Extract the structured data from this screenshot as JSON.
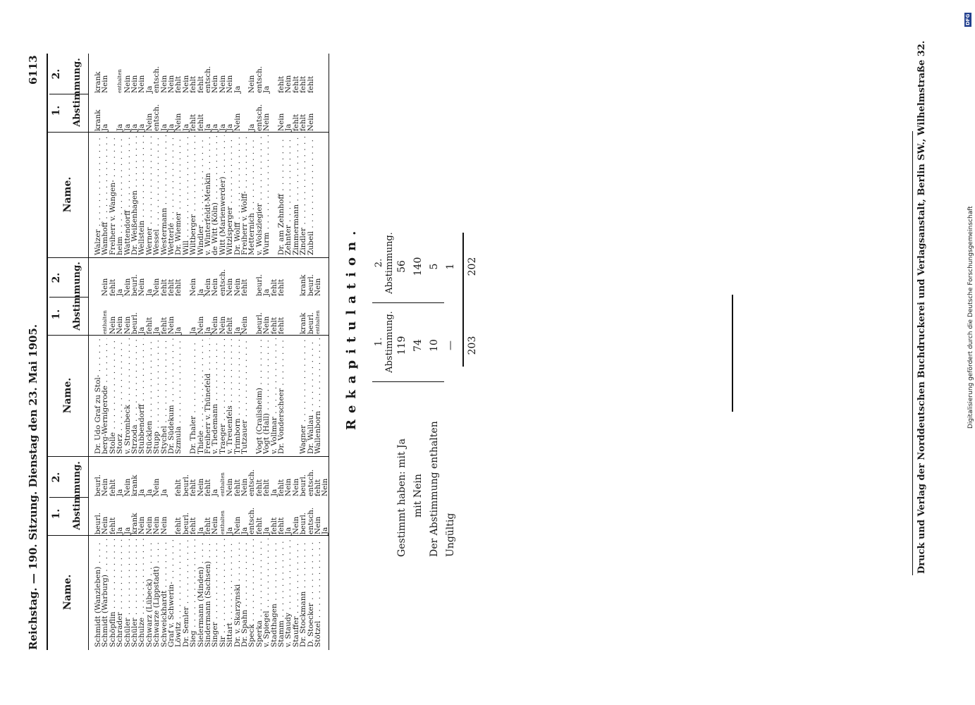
{
  "header": {
    "left": "Reichstag. — 190. Sitzung. Dienstag den 23. Mai 1905.",
    "page_number": "6113"
  },
  "column_headers": {
    "name": "Name.",
    "col1": "1.",
    "col2": "2.",
    "abstimmung": "Abstimmung."
  },
  "table": {
    "col1": [
      {
        "name": "Schmidt (Wanzleben)",
        "v1": "beurl.",
        "v2": "beurl."
      },
      {
        "name": "Schmidt (Warburg)",
        "v1": "Nein",
        "v2": "Nein"
      },
      {
        "name": "Schöpflin",
        "v1": "fehlt",
        "v2": "fehlt"
      },
      {
        "name": "Schrader",
        "v1": "Ja",
        "v2": "Ja"
      },
      {
        "name": "Schüler",
        "v1": "Ja",
        "v2": "Nein"
      },
      {
        "name": "Schüler",
        "v1": "krank",
        "v2": "krank"
      },
      {
        "name": "Schulze",
        "v1": "Nein",
        "v2": "Ja"
      },
      {
        "name": "Schwarz (Lübeck)",
        "v1": "Nein",
        "v2": "Ja"
      },
      {
        "name": "Schwarze (Lippstadt)",
        "v1": "Nein",
        "v2": "Nein"
      },
      {
        "name": "Schweickhardt",
        "v1": "Nein",
        "v2": "Ja"
      },
      {
        "name": "Graf v. Schwerin-",
        "v1": "",
        "v2": ""
      },
      {
        "name": "   Löwitz",
        "v1": "fehlt",
        "v2": "fehlt"
      },
      {
        "name": "Dr. Semler",
        "v1": "beurl.",
        "v2": "beurl."
      },
      {
        "name": "Sieg",
        "v1": "fehlt",
        "v2": "fehlt"
      },
      {
        "name": "Sielermann (Minden)",
        "v1": "Ja",
        "v2": "Nein"
      },
      {
        "name": "Sindermann (Sachsen)",
        "v1": "fehlt",
        "v2": "fehlt"
      },
      {
        "name": "Singer",
        "v1": "Nein",
        "v2": "Ja"
      },
      {
        "name": "Sir",
        "v1": "enthalten",
        "v2": "enthalten"
      },
      {
        "name": "Sittart",
        "v1": "Ja",
        "v2": "Nein"
      },
      {
        "name": "Dr. v. Skarzynski",
        "v1": "Nein",
        "v2": "fehlt"
      },
      {
        "name": "Dr. Spahn",
        "v1": "Ja",
        "v2": "Nein"
      },
      {
        "name": "Speck",
        "v1": "entsch.",
        "v2": "entsch."
      },
      {
        "name": "Sperka",
        "v1": "fehlt",
        "v2": "fehlt"
      },
      {
        "name": "v. Spiegel",
        "v1": "Ja",
        "v2": "fehlt"
      },
      {
        "name": "Stadthagen",
        "v1": "fehlt",
        "v2": "Ja"
      },
      {
        "name": "Stamm",
        "v1": "fehlt",
        "v2": "fehlt"
      },
      {
        "name": "v. Staudy",
        "v1": "Ja",
        "v2": "Nein"
      },
      {
        "name": "Stauffer",
        "v1": "Nein",
        "v2": "Nein"
      },
      {
        "name": "Dr. Stockmann",
        "v1": "beurl.",
        "v2": "beurl."
      },
      {
        "name": "D. Stoecker",
        "v1": "entsch.",
        "v2": "entsch."
      },
      {
        "name": "Stötzel",
        "v1": "Nein",
        "v2": "fehlt"
      },
      {
        "name": "",
        "v1": "Ja",
        "v2": "Nein"
      }
    ],
    "col2": [
      {
        "name": "Dr. Udo Graf zu Stol-",
        "v1": "",
        "v2": ""
      },
      {
        "name": "   berg-Wernigerode",
        "v1": "enthalten",
        "v2": "Nein"
      },
      {
        "name": "Stolle",
        "v1": "Nein",
        "v2": "fehlt"
      },
      {
        "name": "Storz",
        "v1": "Nein",
        "v2": "Ja"
      },
      {
        "name": "v. Strombeck",
        "v1": "Nein",
        "v2": "Nein"
      },
      {
        "name": "Strzoda",
        "v1": "beurl.",
        "v2": "beurl."
      },
      {
        "name": "Stubbendorff",
        "v1": "Ja",
        "v2": "Nein"
      },
      {
        "name": "Stücklen",
        "v1": "fehlt",
        "v2": "Ja"
      },
      {
        "name": "Stupp",
        "v1": "Ja",
        "v2": "Nein"
      },
      {
        "name": "Stychel",
        "v1": "fehlt",
        "v2": "fehlt"
      },
      {
        "name": "Dr. Südekum",
        "v1": "Nein",
        "v2": "fehlt"
      },
      {
        "name": "Szmula",
        "v1": "Ja",
        "v2": "fehlt"
      },
      {
        "name": "",
        "v1": "",
        "v2": ""
      },
      {
        "name": "Dr. Thaler",
        "v1": "Ja",
        "v2": "Nein"
      },
      {
        "name": "Thiele",
        "v1": "Nein",
        "v2": "Ja"
      },
      {
        "name": "Freiherr v. Thünefeld",
        "v1": "Ja",
        "v2": "Nein"
      },
      {
        "name": "v. Tiedemann",
        "v1": "Nein",
        "v2": "Nein"
      },
      {
        "name": "Traeger",
        "v1": "Nein",
        "v2": "entsch."
      },
      {
        "name": "v. Treuenfels",
        "v1": "fehlt",
        "v2": "Nein"
      },
      {
        "name": "Trimborn",
        "v1": "Ja",
        "v2": "Nein"
      },
      {
        "name": "Tutzauer",
        "v1": "Nein",
        "v2": "fehlt"
      },
      {
        "name": "",
        "v1": "",
        "v2": ""
      },
      {
        "name": "Vogt (Crailsheim)",
        "v1": "beurl.",
        "v2": "beurl."
      },
      {
        "name": "Vogt (Hall)",
        "v1": "Nein",
        "v2": "Ja"
      },
      {
        "name": "v. Vollmar",
        "v1": "fehlt",
        "v2": "fehlt"
      },
      {
        "name": "Dr. Vonderscheer",
        "v1": "fehlt",
        "v2": "fehlt"
      },
      {
        "name": "",
        "v1": "",
        "v2": ""
      },
      {
        "name": "",
        "v1": "",
        "v2": ""
      },
      {
        "name": "Wagner",
        "v1": "krank",
        "v2": "krank"
      },
      {
        "name": "Dr. Wallau",
        "v1": "beurl.",
        "v2": "beurl."
      },
      {
        "name": "Wallenborn",
        "v1": "enthalten",
        "v2": "Nein"
      }
    ],
    "col3": [
      {
        "name": "Walzer",
        "v1": "krank",
        "v2": "krank"
      },
      {
        "name": "Wamhoff",
        "v1": "Ja",
        "v2": "Nein"
      },
      {
        "name": "Freiherr v. Wangen-",
        "v1": "",
        "v2": ""
      },
      {
        "name": "   heim",
        "v1": "Ja",
        "v2": "enthalten"
      },
      {
        "name": "Wattendorff",
        "v1": "Ja",
        "v2": "Nein"
      },
      {
        "name": "Dr. Weißenhagen",
        "v1": "Ja",
        "v2": "Nein"
      },
      {
        "name": "Wellstein",
        "v1": "Ja",
        "v2": "Nein"
      },
      {
        "name": "Werner",
        "v1": "Nein",
        "v2": "Ja"
      },
      {
        "name": "Wessel",
        "v1": "entsch.",
        "v2": "entsch."
      },
      {
        "name": "Westermann",
        "v1": "Ja",
        "v2": "Nein"
      },
      {
        "name": "Wetterlé",
        "v1": "Ja",
        "v2": "Nein"
      },
      {
        "name": "Dr. Wiemer",
        "v1": "Nein",
        "v2": "fehlt"
      },
      {
        "name": "Will",
        "v1": "Ja",
        "v2": "Nein"
      },
      {
        "name": "Wiltberger",
        "v1": "fehlt",
        "v2": "fehlt"
      },
      {
        "name": "Windler",
        "v1": "fehlt",
        "v2": "fehlt"
      },
      {
        "name": "v. Winterfeldt-Menkin",
        "v1": "Ja",
        "v2": "entsch."
      },
      {
        "name": "de Witt (Köln)",
        "v1": "Ja",
        "v2": "Nein"
      },
      {
        "name": "Witt (Marienwerder)",
        "v1": "Ja",
        "v2": "Nein"
      },
      {
        "name": "Witzlsperger",
        "v1": "Ja",
        "v2": "Nein"
      },
      {
        "name": "Dr. Wolff",
        "v1": "Nein",
        "v2": "Ja"
      },
      {
        "name": "Freiherr v. Wolff-",
        "v1": "",
        "v2": ""
      },
      {
        "name": "   Metternich",
        "v1": "Ja",
        "v2": "Nein"
      },
      {
        "name": "v. Wolszlegier",
        "v1": "entsch.",
        "v2": "entsch."
      },
      {
        "name": "Wurm",
        "v1": "Nein",
        "v2": "Ja"
      },
      {
        "name": "",
        "v1": "",
        "v2": ""
      },
      {
        "name": "Dr. am Zehnhoff",
        "v1": "Nein",
        "v2": "fehlt"
      },
      {
        "name": "Zehnter",
        "v1": "Ja",
        "v2": "Nein"
      },
      {
        "name": "Zimmermann",
        "v1": "fehlt",
        "v2": "fehlt"
      },
      {
        "name": "Zindler",
        "v1": "fehlt",
        "v2": "fehlt"
      },
      {
        "name": "Zubeil",
        "v1": "Nein",
        "v2": "fehlt"
      }
    ]
  },
  "recap": {
    "title": "Rekapitulation.",
    "col1_num": "1.",
    "col2_num": "2.",
    "col_label": "Abstimmung.",
    "rows": [
      {
        "label": "Gestimmt haben: mit Ja",
        "a": "119",
        "b": "56"
      },
      {
        "label": "mit Nein",
        "a": "74",
        "b": "140"
      },
      {
        "label": "Der Abstimmung enthalten",
        "a": "10",
        "b": "5"
      },
      {
        "label": "Ungültig",
        "a": "—",
        "b": "1"
      }
    ],
    "totals": {
      "a": "203",
      "b": "202"
    }
  },
  "footer": {
    "imprint": "Druck und Verlag der Norddeutschen Buchdruckerei und Verlagsanstalt, Berlin SW., Wilhelmstraße 32.",
    "digitization": "Digitalisierung gefördert durch die Deutsche Forschungsgemeinschaft",
    "dfg_logo": "DFG"
  }
}
